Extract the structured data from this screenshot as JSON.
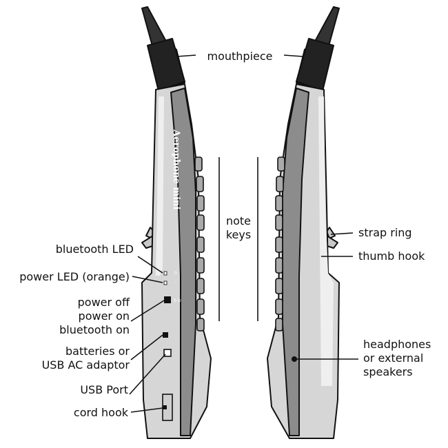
{
  "product_name": "Aerophone mini",
  "labels": {
    "mouthpiece": "mouthpiece",
    "note_keys_line1": "note",
    "note_keys_line2": "keys",
    "strap_ring": "strap ring",
    "thumb_hook": "thumb hook",
    "headphones_line1": "headphones",
    "headphones_line2": "or external",
    "headphones_line3": "speakers",
    "bluetooth_led": "bluetooth LED",
    "power_led": "power LED (orange)",
    "power_switch_line1": "power off",
    "power_switch_line2": "power on",
    "power_switch_line3": "bluetooth on",
    "battery_switch_line1": "batteries or",
    "battery_switch_line2": "USB AC adaptor",
    "usb_port": "USB Port",
    "cord_hook": "cord hook"
  },
  "colors": {
    "body": "#d2d2d2",
    "body_light": "#e8e8e8",
    "panel": "#8a8a8a",
    "mouthpiece": "#333333",
    "outline": "#111111"
  }
}
